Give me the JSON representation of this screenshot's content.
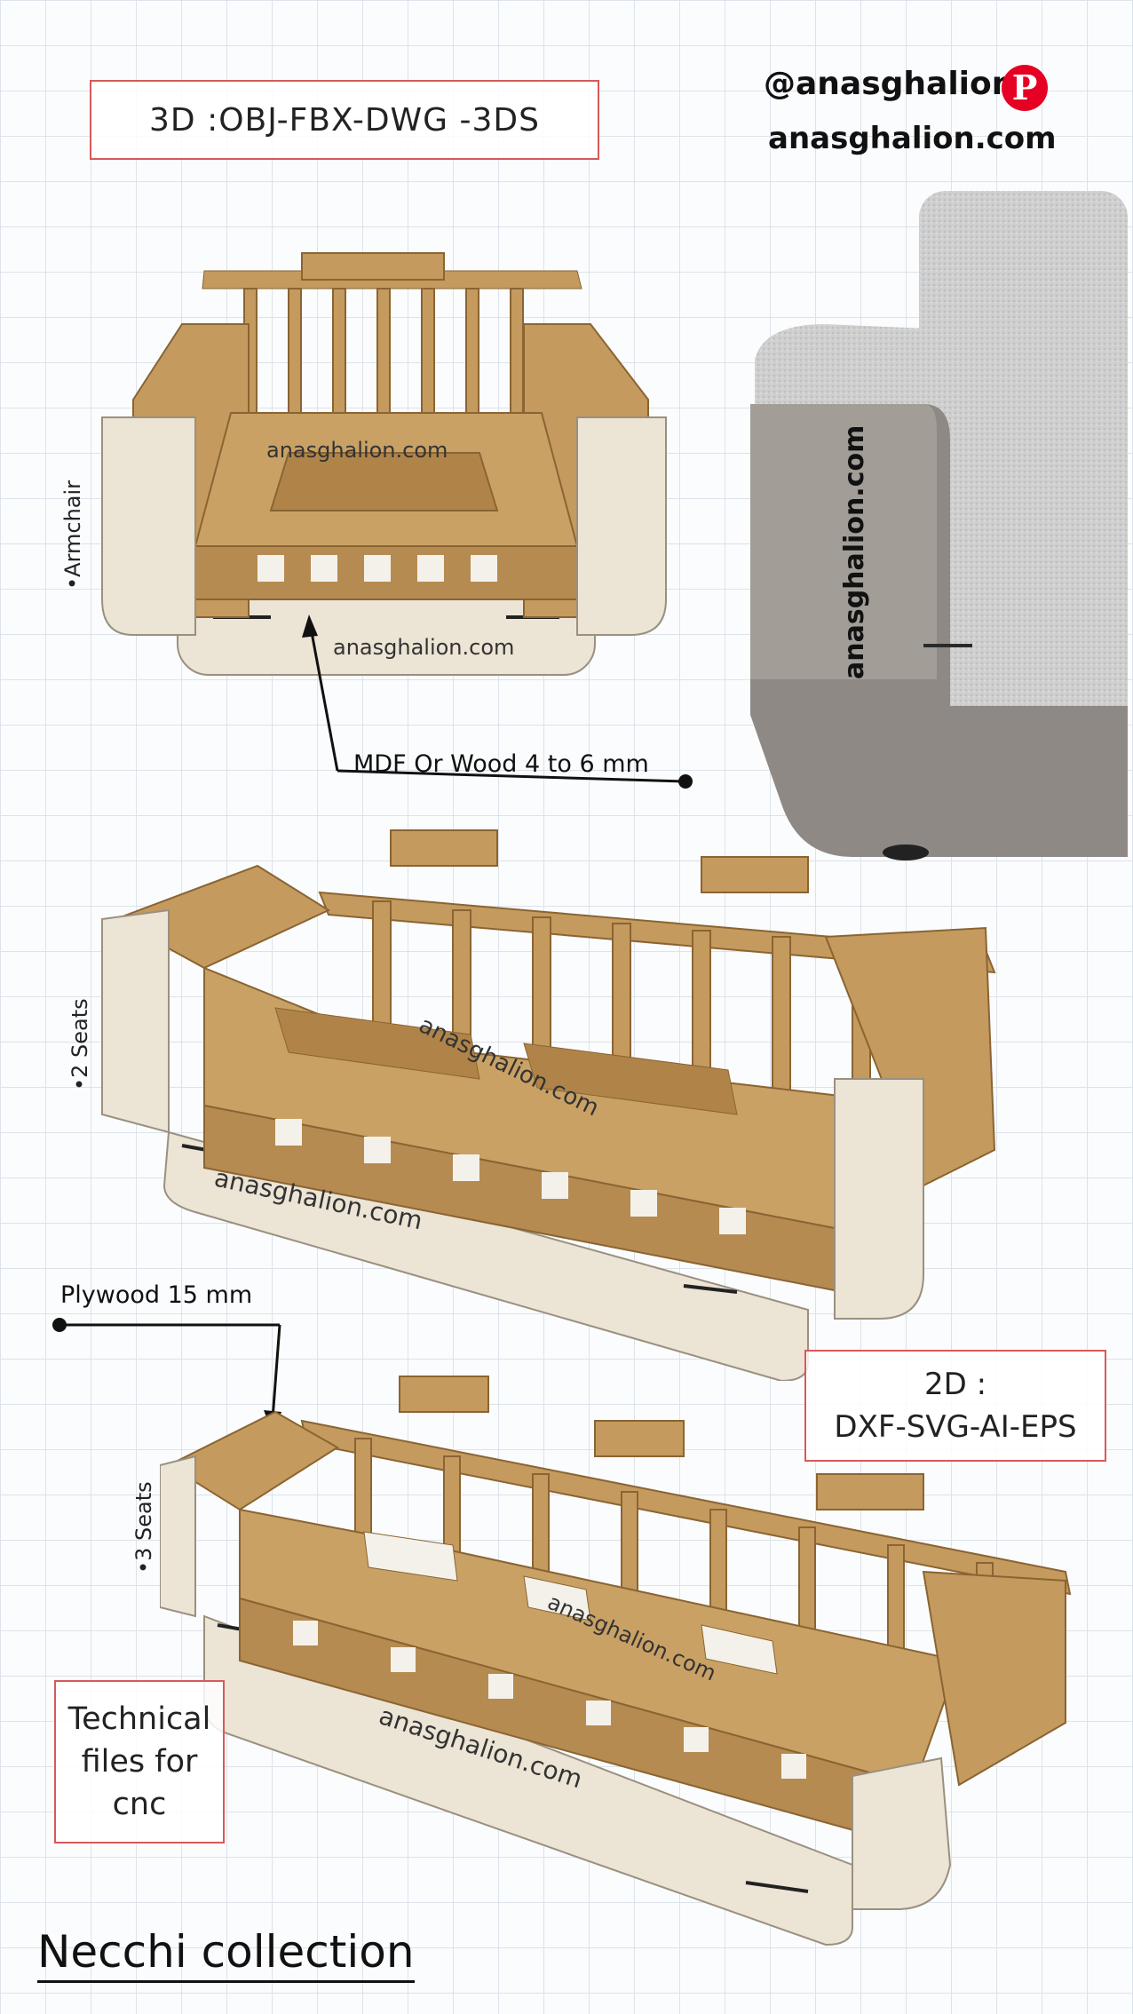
{
  "formats_3d": "3D :OBJ-FBX-DWG -3DS",
  "social": {
    "handle": "@anasghalion",
    "website": "anasghalion.com",
    "pinterest_icon": "pinterest-icon",
    "pinterest_color": "#e60023"
  },
  "photo_watermark": "anasghalion.com",
  "labels": {
    "armchair": "•Armchair",
    "two_seats": "•2 Seats",
    "three_seats": "•3 Seats"
  },
  "callouts": {
    "mdf": "MDF Or Wood 4 to 6 mm",
    "plywood": "Plywood 15 mm"
  },
  "watermarks": {
    "armchair_upper": "anasghalion.com",
    "armchair_lower": "anasghalion.com",
    "two_seat_upper": "anasghalion.com",
    "two_seat_lower": "anasghalion.com",
    "three_seat_upper": "anasghalion.com",
    "three_seat_lower": "anasghalion.com"
  },
  "formats_2d": {
    "line1": "2D :",
    "line2": "DXF-SVG-AI-EPS"
  },
  "technical": {
    "line1": "Technical",
    "line2": "files for",
    "line3": "cnc"
  },
  "collection_title": "Necchi collection",
  "colors": {
    "wood": "#c49a5e",
    "wood_dark": "#8a6432",
    "panel": "#ece4d4",
    "grid": "#dde3ea",
    "frame_red": "#d65a5a"
  }
}
